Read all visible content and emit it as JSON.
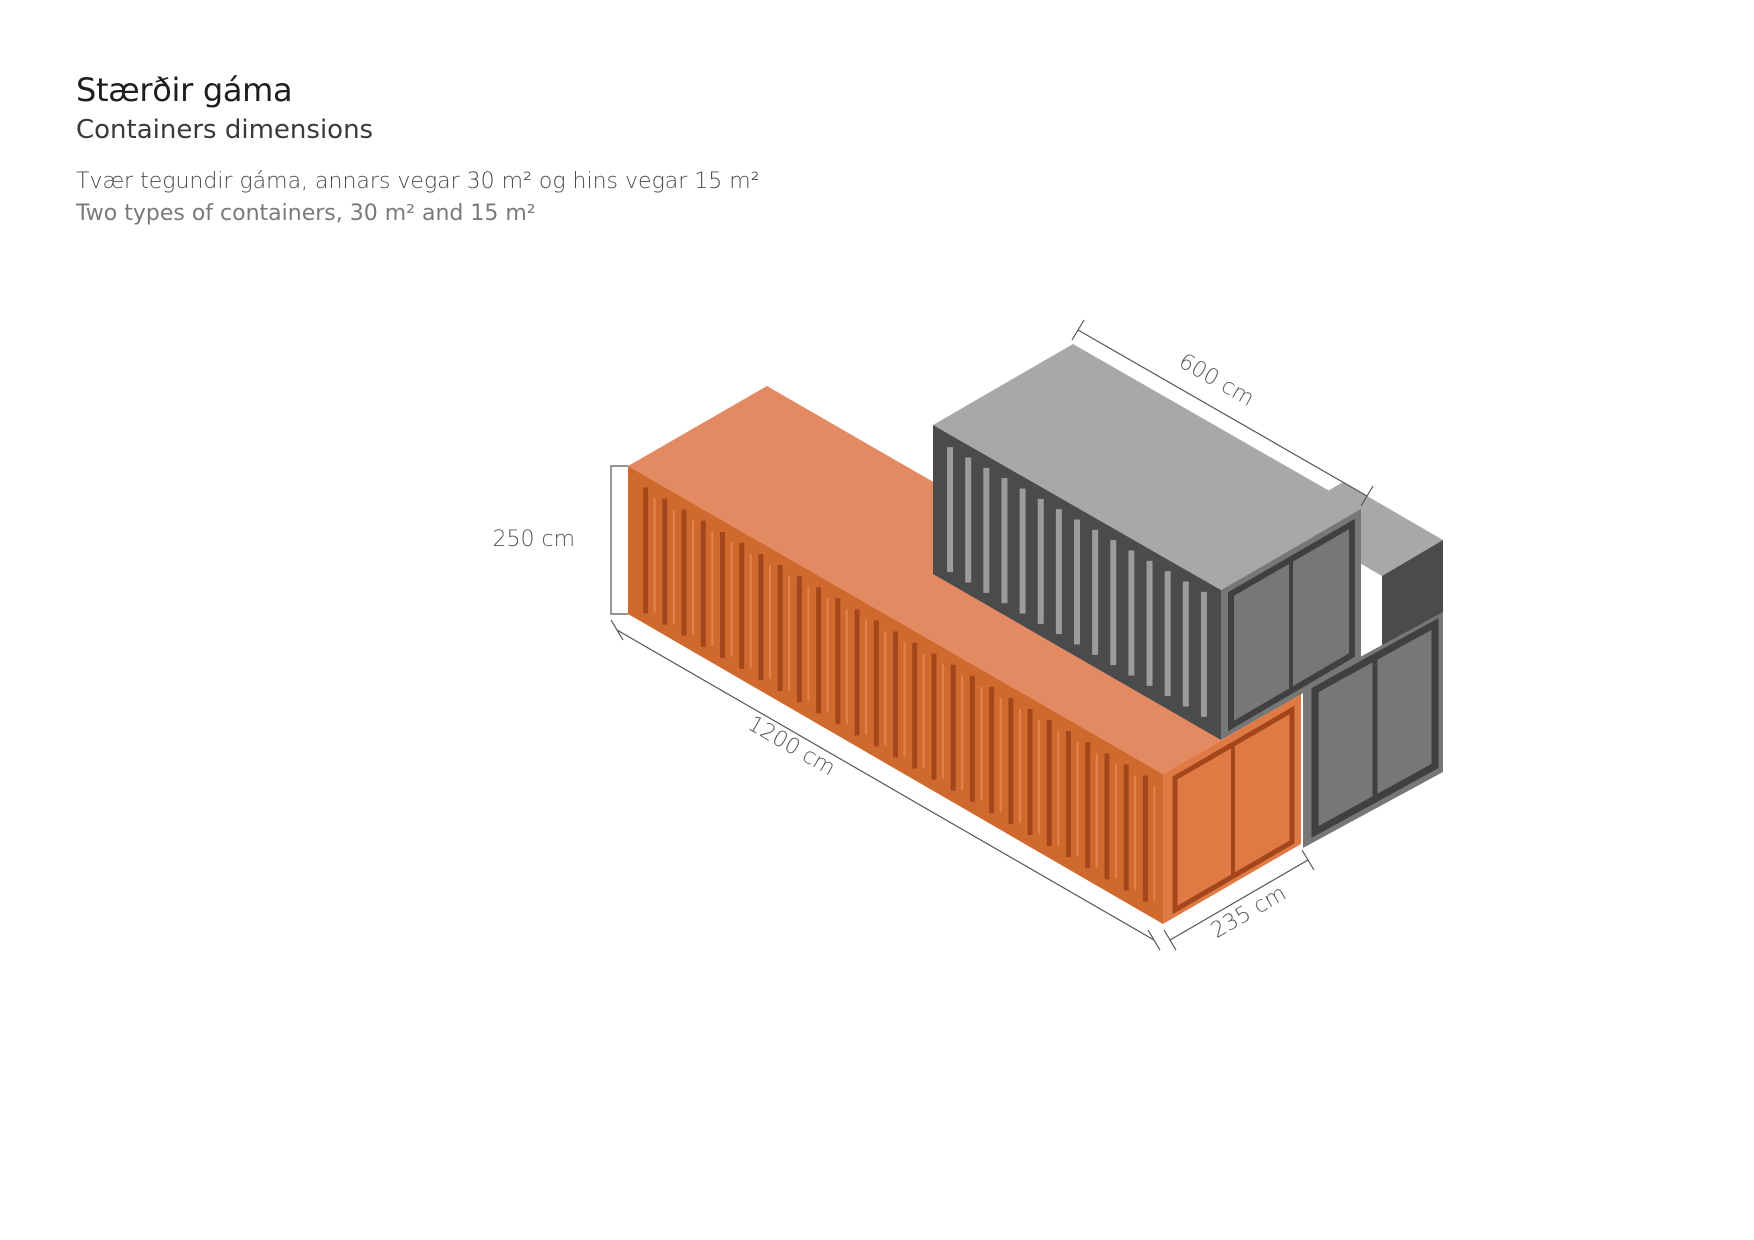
{
  "header": {
    "title": "Stærðir gáma",
    "subtitle": "Containers dimensions",
    "description_is": "Tvær tegundir gáma, annars vegar 30 m² og hins vegar 15 m²",
    "description_en": "Two types of containers, 30 m² and 15 m²"
  },
  "dimensions": {
    "height": "250 cm",
    "long_length": "1200 cm",
    "short_length": "600 cm",
    "width": "235 cm"
  },
  "colors": {
    "orange_top": "#e48a63",
    "orange_side": "#d0692d",
    "orange_rib_dark": "#a3461c",
    "orange_rib_light": "#e2844f",
    "orange_door": "#e07a44",
    "orange_door_frame": "#a3461c",
    "grey_top": "#a7a8a7",
    "grey_side": "#4a4b4d",
    "grey_rib": "#9c9c9c",
    "grey_door": "#767777",
    "grey_frame": "#3f4042",
    "dimension_line": "#555555"
  }
}
